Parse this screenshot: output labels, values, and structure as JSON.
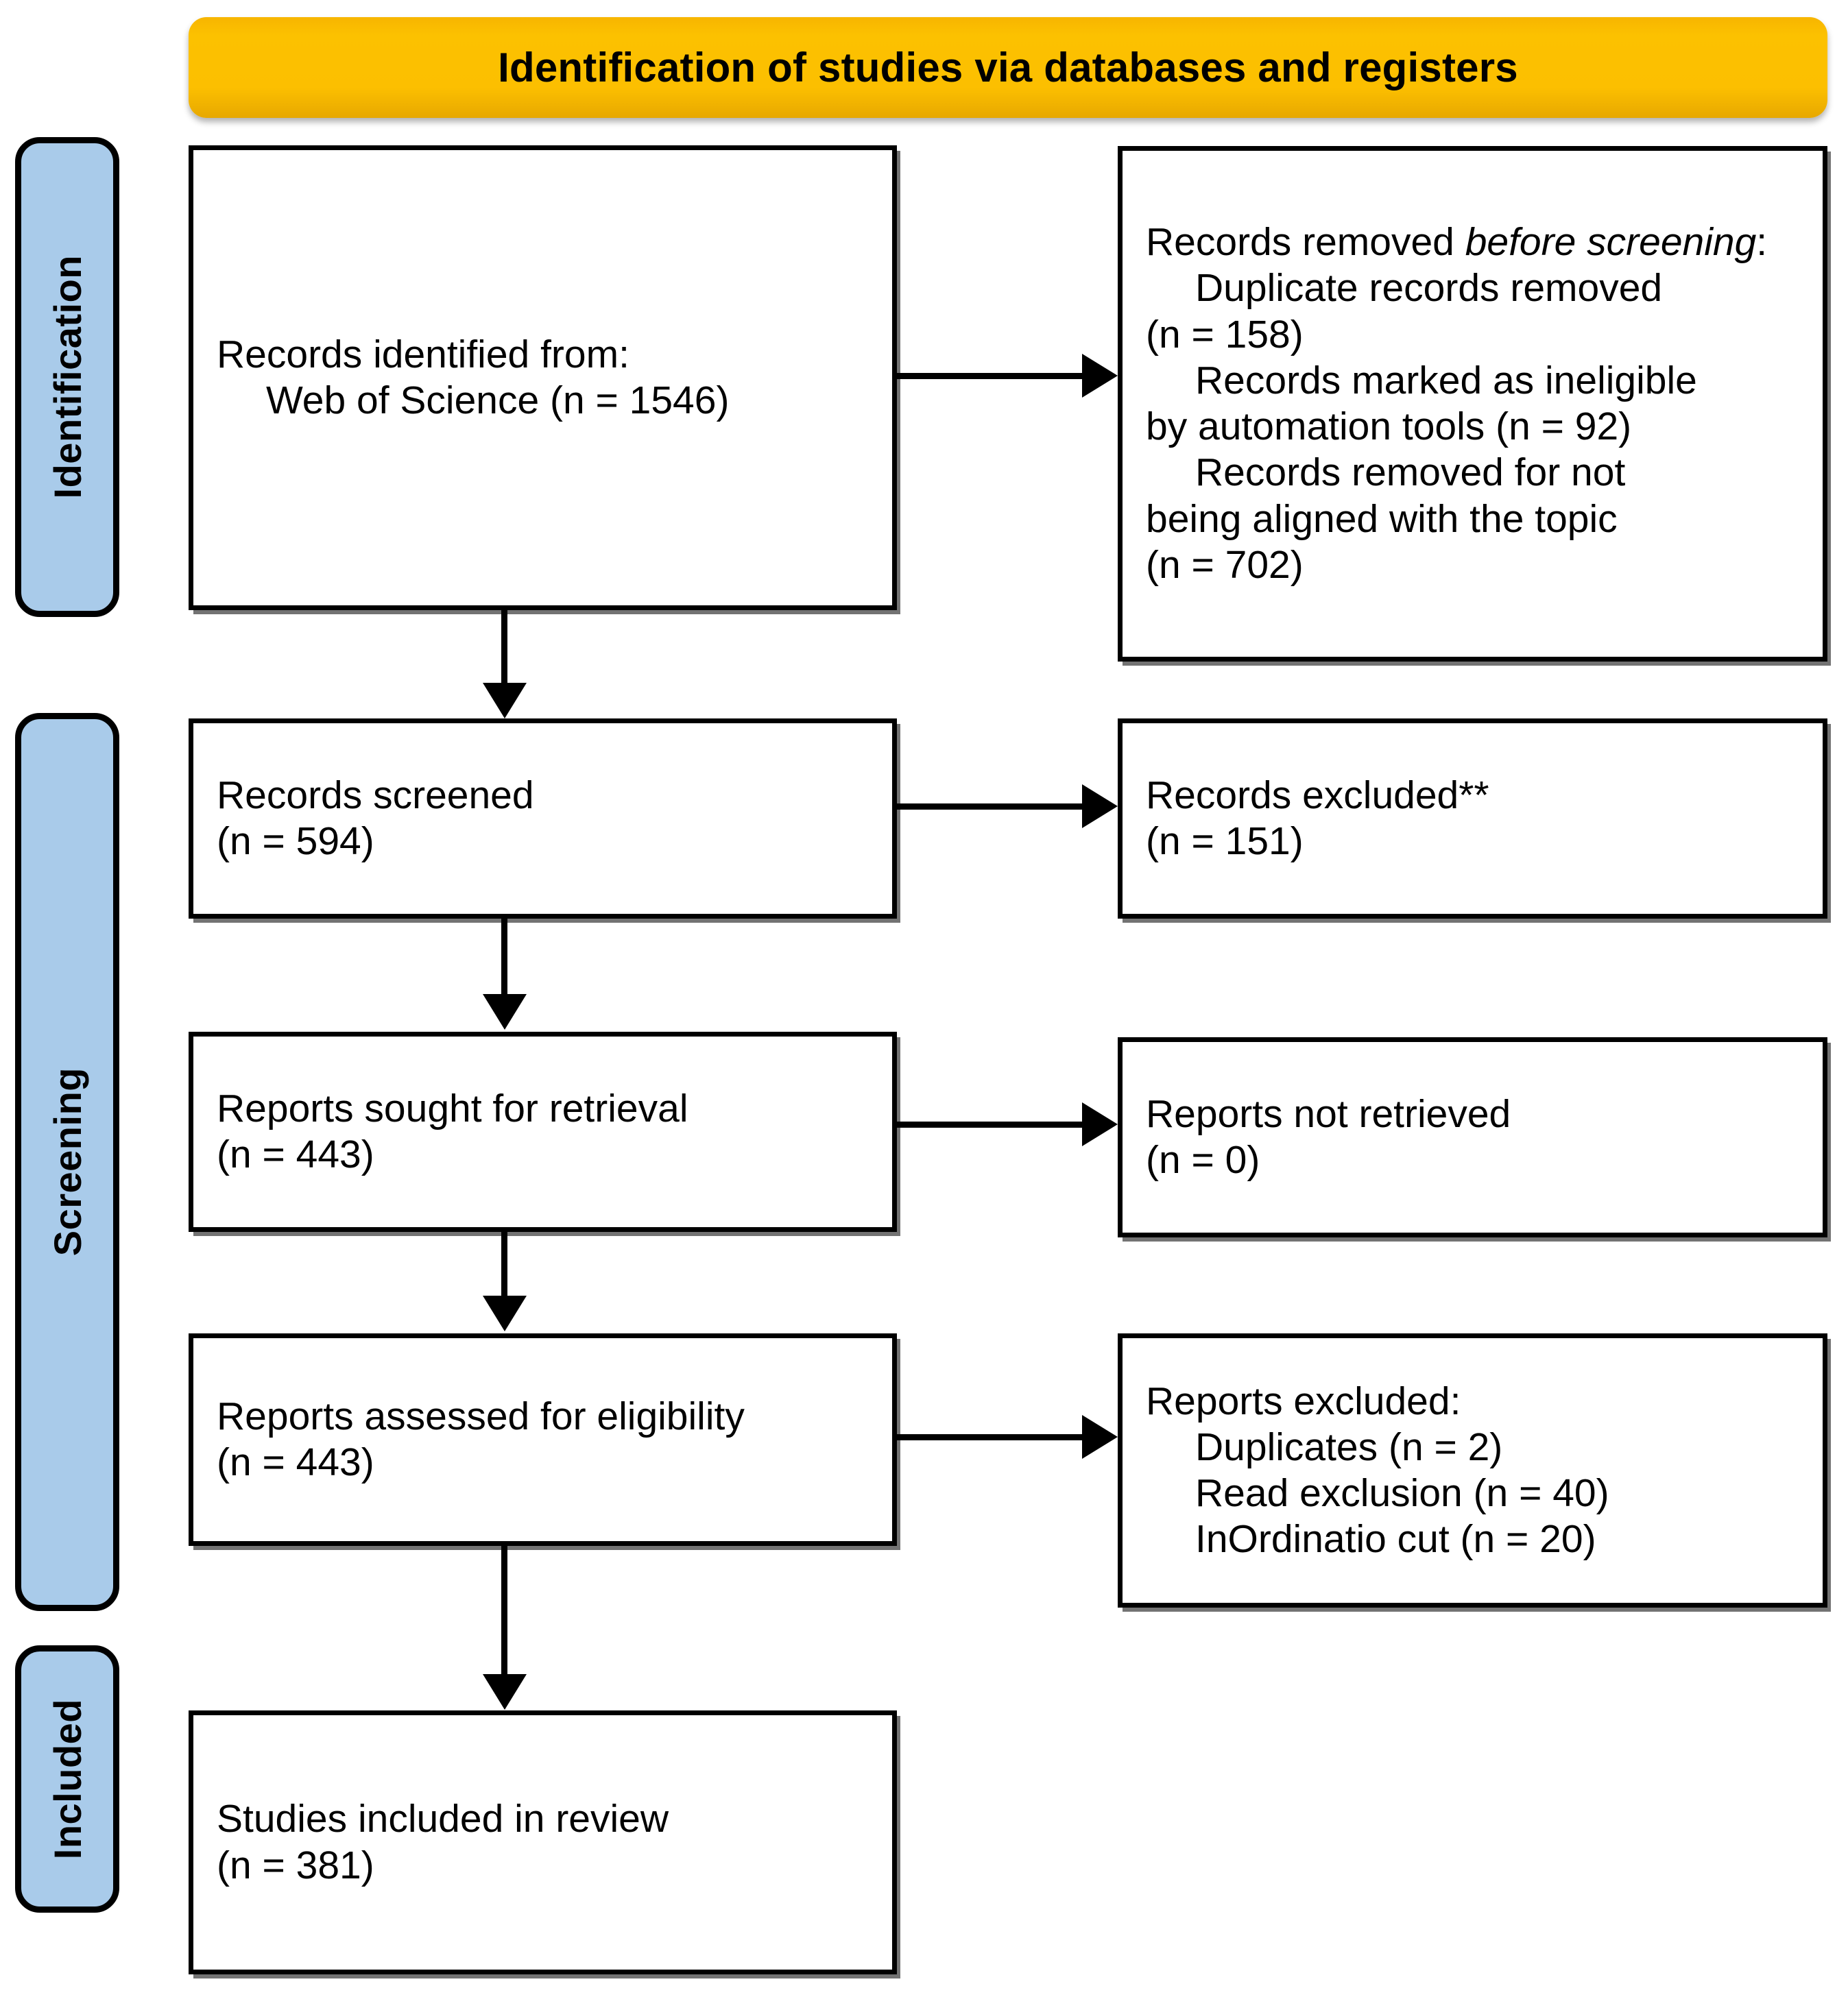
{
  "banner": {
    "title": "Identification of studies via databases and registers",
    "color": "#FCBF00"
  },
  "stages": [
    {
      "id": "identification",
      "label": "Identification",
      "color": "#A9CBEA"
    },
    {
      "id": "screening",
      "label": "Screening",
      "color": "#A9CBEA"
    },
    {
      "id": "included",
      "label": "Included",
      "color": "#A9CBEA"
    }
  ],
  "nodes": {
    "records_identified": {
      "name": "Records identified from",
      "lines": [
        {
          "text": "Records identified from:",
          "indent": false,
          "italic": false
        },
        {
          "text": "Web of Science (n = 1546)",
          "indent": true,
          "italic": false
        }
      ]
    },
    "records_removed": {
      "name": "Records removed before screening",
      "lead_plain": "Records removed ",
      "lead_italic": "before screening",
      "lead_colon": ":",
      "lines": [
        {
          "text": "Duplicate records removed",
          "indent": true
        },
        {
          "text": "(n = 158)",
          "indent": false
        },
        {
          "text": "Records marked as ineligible",
          "indent": true
        },
        {
          "text": "by automation tools (n = 92)",
          "indent": false
        },
        {
          "text": "Records removed for not",
          "indent": true
        },
        {
          "text": "being aligned with the topic",
          "indent": false
        },
        {
          "text": "(n = 702)",
          "indent": false
        }
      ]
    },
    "records_screened": {
      "name": "Records screened",
      "lines": [
        {
          "text": "Records screened",
          "indent": false
        },
        {
          "text": "(n = 594)",
          "indent": false
        }
      ]
    },
    "records_excluded": {
      "name": "Records excluded",
      "lines": [
        {
          "text": "Records excluded**",
          "indent": false
        },
        {
          "text": "(n = 151)",
          "indent": false
        }
      ]
    },
    "reports_sought": {
      "name": "Reports sought for retrieval",
      "lines": [
        {
          "text": "Reports sought for retrieval",
          "indent": false
        },
        {
          "text": "(n = 443)",
          "indent": false
        }
      ]
    },
    "reports_not_retrieved": {
      "name": "Reports not retrieved",
      "lines": [
        {
          "text": "Reports not retrieved",
          "indent": false
        },
        {
          "text": "(n = 0)",
          "indent": false
        }
      ]
    },
    "reports_assessed": {
      "name": "Reports assessed for eligibility",
      "lines": [
        {
          "text": "Reports assessed for eligibility",
          "indent": false
        },
        {
          "text": "(n = 443)",
          "indent": false
        }
      ]
    },
    "reports_excluded": {
      "name": "Reports excluded",
      "lines": [
        {
          "text": "Reports excluded:",
          "indent": false
        },
        {
          "text": "Duplicates (n = 2)",
          "indent": true
        },
        {
          "text": "Read exclusion (n = 40)",
          "indent": true
        },
        {
          "text": "InOrdinatio cut (n = 20)",
          "indent": true
        }
      ]
    },
    "studies_included": {
      "name": "Studies included in review",
      "lines": [
        {
          "text": "Studies included in review",
          "indent": false
        },
        {
          "text": "(n = 381)",
          "indent": false
        }
      ]
    }
  },
  "chart_data": {
    "type": "diagram",
    "title": "Identification of studies via databases and registers",
    "flow": [
      {
        "stage": "Identification",
        "node": "Records identified from: Web of Science",
        "n": 1546
      },
      {
        "stage": "Identification",
        "node": "Duplicate records removed",
        "n": 158
      },
      {
        "stage": "Identification",
        "node": "Records marked as ineligible by automation tools",
        "n": 92
      },
      {
        "stage": "Identification",
        "node": "Records removed for not being aligned with the topic",
        "n": 702
      },
      {
        "stage": "Screening",
        "node": "Records screened",
        "n": 594
      },
      {
        "stage": "Screening",
        "node": "Records excluded**",
        "n": 151
      },
      {
        "stage": "Screening",
        "node": "Reports sought for retrieval",
        "n": 443
      },
      {
        "stage": "Screening",
        "node": "Reports not retrieved",
        "n": 0
      },
      {
        "stage": "Screening",
        "node": "Reports assessed for eligibility",
        "n": 443
      },
      {
        "stage": "Screening",
        "node": "Reports excluded: Duplicates",
        "n": 2
      },
      {
        "stage": "Screening",
        "node": "Reports excluded: Read exclusion",
        "n": 40
      },
      {
        "stage": "Screening",
        "node": "Reports excluded: InOrdinatio cut",
        "n": 20
      },
      {
        "stage": "Included",
        "node": "Studies included in review",
        "n": 381
      }
    ]
  }
}
